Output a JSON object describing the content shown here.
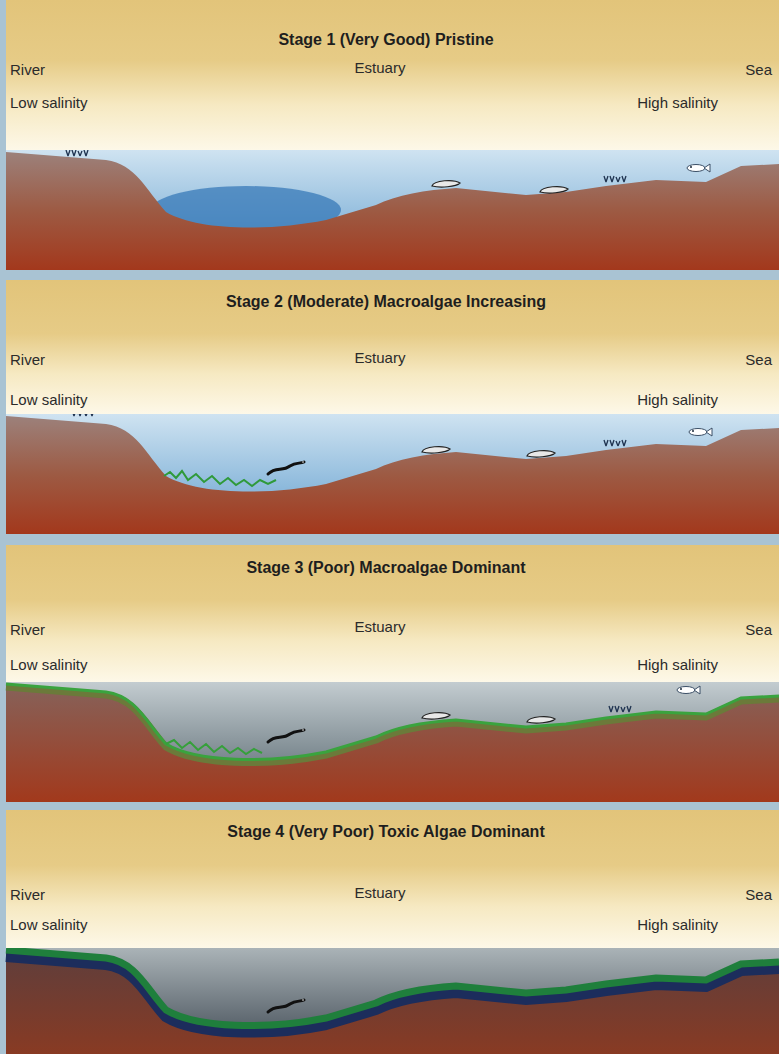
{
  "diagram": {
    "nodes": [
      {
        "text": [
          "Stage 1 (Very Good) Pristine",
          "River",
          "Estuary",
          "Sea",
          "Low salinity",
          "High salinity"
        ]
      },
      {
        "text": [
          "Stage 2 (Moderate) Macroalgae Increasing",
          "River",
          "Estuary",
          "Sea",
          "Low salinity",
          "High salinity"
        ]
      },
      {
        "text": [
          "Stage 3 (Poor) Macroalgae Dominant",
          "River",
          "Estuary",
          "Sea",
          "Low salinity",
          "High salinity"
        ]
      },
      {
        "text": [
          "Stage 4 (Very Poor) Toxic Algae Dominant",
          "River",
          "Estuary",
          "Sea",
          "Low salinity",
          "High salinity"
        ]
      }
    ]
  }
}
